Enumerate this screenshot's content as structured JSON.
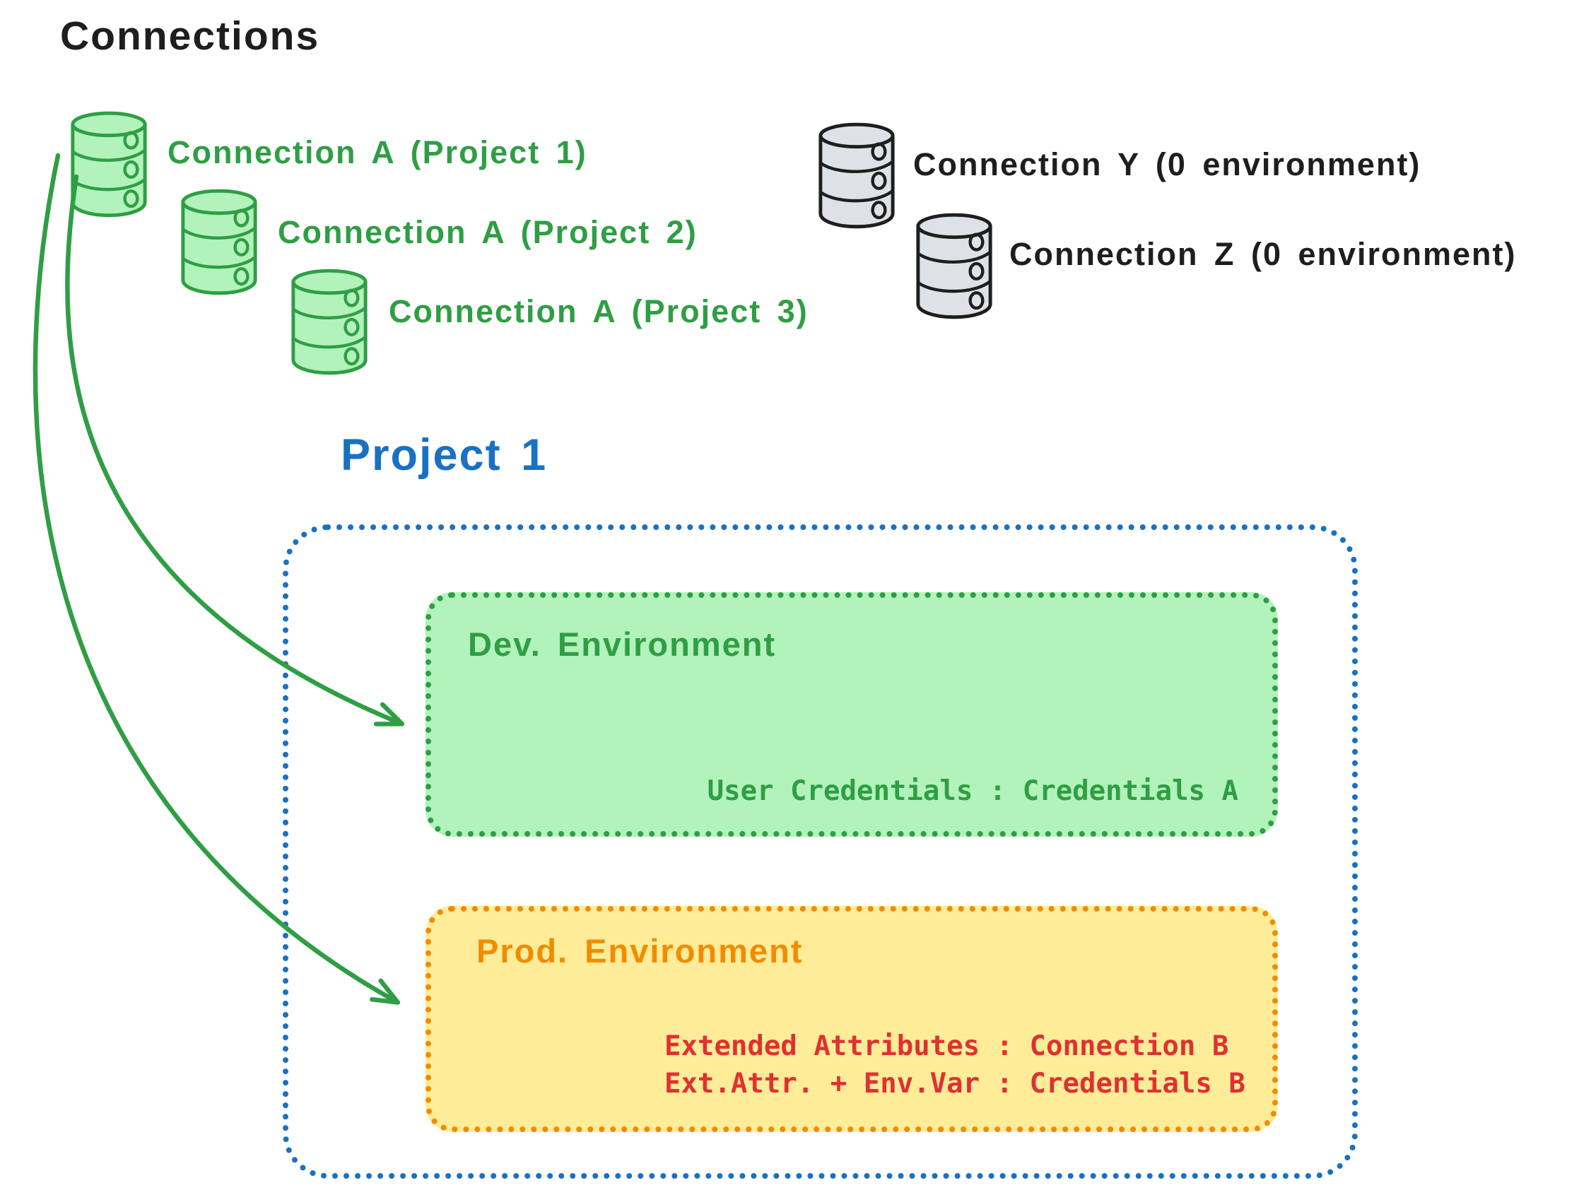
{
  "palette": {
    "black": "#1e1e1e",
    "green_stroke": "#2f9e44",
    "green_fill": "#b2f2bb",
    "blue": "#1971c2",
    "orange_stroke": "#f08c00",
    "orange_fill": "#ffec99",
    "red": "#e03131",
    "gray_fill": "#dee2e6"
  },
  "title": "Connections",
  "connections": {
    "assigned": [
      {
        "icon": "database-icon",
        "color": "green",
        "label": "Connection A (Project 1)"
      },
      {
        "icon": "database-icon",
        "color": "green",
        "label": "Connection A (Project 2)"
      },
      {
        "icon": "database-icon",
        "color": "green",
        "label": "Connection A (Project 3)"
      }
    ],
    "unassigned": [
      {
        "icon": "database-icon",
        "color": "gray",
        "label": "Connection Y (0 environment)"
      },
      {
        "icon": "database-icon",
        "color": "gray",
        "label": "Connection Z (0 environment)"
      }
    ]
  },
  "project": {
    "title": "Project 1",
    "dev": {
      "title": "Dev. Environment",
      "mapping": "User Credentials : Credentials A"
    },
    "prod": {
      "title": "Prod. Environment",
      "mappings": [
        "Extended Attributes : Connection B",
        "Ext.Attr. + Env.Var : Credentials B"
      ]
    }
  },
  "arrows": [
    {
      "name": "arrow-to-dev-environment",
      "from": "Connection A (Project 1)",
      "to": "Dev. Environment"
    },
    {
      "name": "arrow-to-prod-environment",
      "from": "Connection A (Project 1)",
      "to": "Prod. Environment"
    }
  ]
}
